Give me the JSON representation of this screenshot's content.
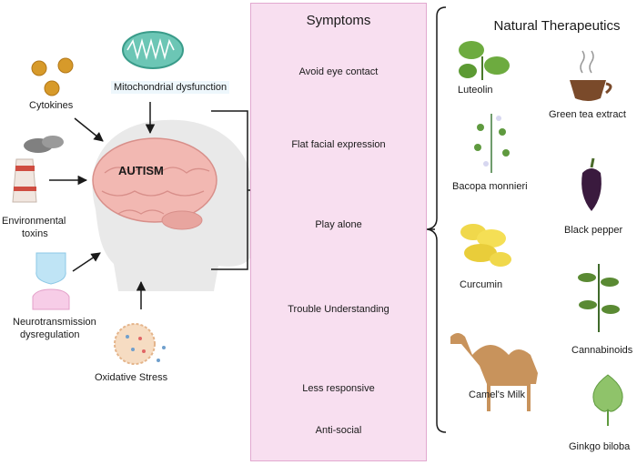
{
  "figure": {
    "center_label": "AUTISM",
    "causes": {
      "mitochondrial": "Mitochondrial dysfunction",
      "cytokines": "Cytokines",
      "environmental": [
        "Environmental",
        "toxins"
      ],
      "neurotransmission": [
        "Neurotransmission",
        "dysregulation"
      ],
      "oxidative": "Oxidative Stress"
    },
    "symptoms": {
      "title": "Symptoms",
      "items": [
        "Avoid eye contact",
        "Flat facial expression",
        "Play alone",
        "Trouble Understanding",
        "Less responsive",
        "Anti-social"
      ]
    },
    "therapeutics": {
      "title": "Natural Therapeutics",
      "left_items": [
        "Luteolin",
        "Bacopa monnieri",
        "Curcumin",
        "Camel's Milk"
      ],
      "right_items": [
        "Green tea extract",
        "Black pepper",
        "Cannabinoids",
        "Ginkgo biloba"
      ]
    },
    "colors": {
      "symptom_panel": "#f8dff0",
      "brain": "#f0b7b0",
      "head": "#e8e8e8",
      "arrow": "#1a1a1a"
    }
  }
}
